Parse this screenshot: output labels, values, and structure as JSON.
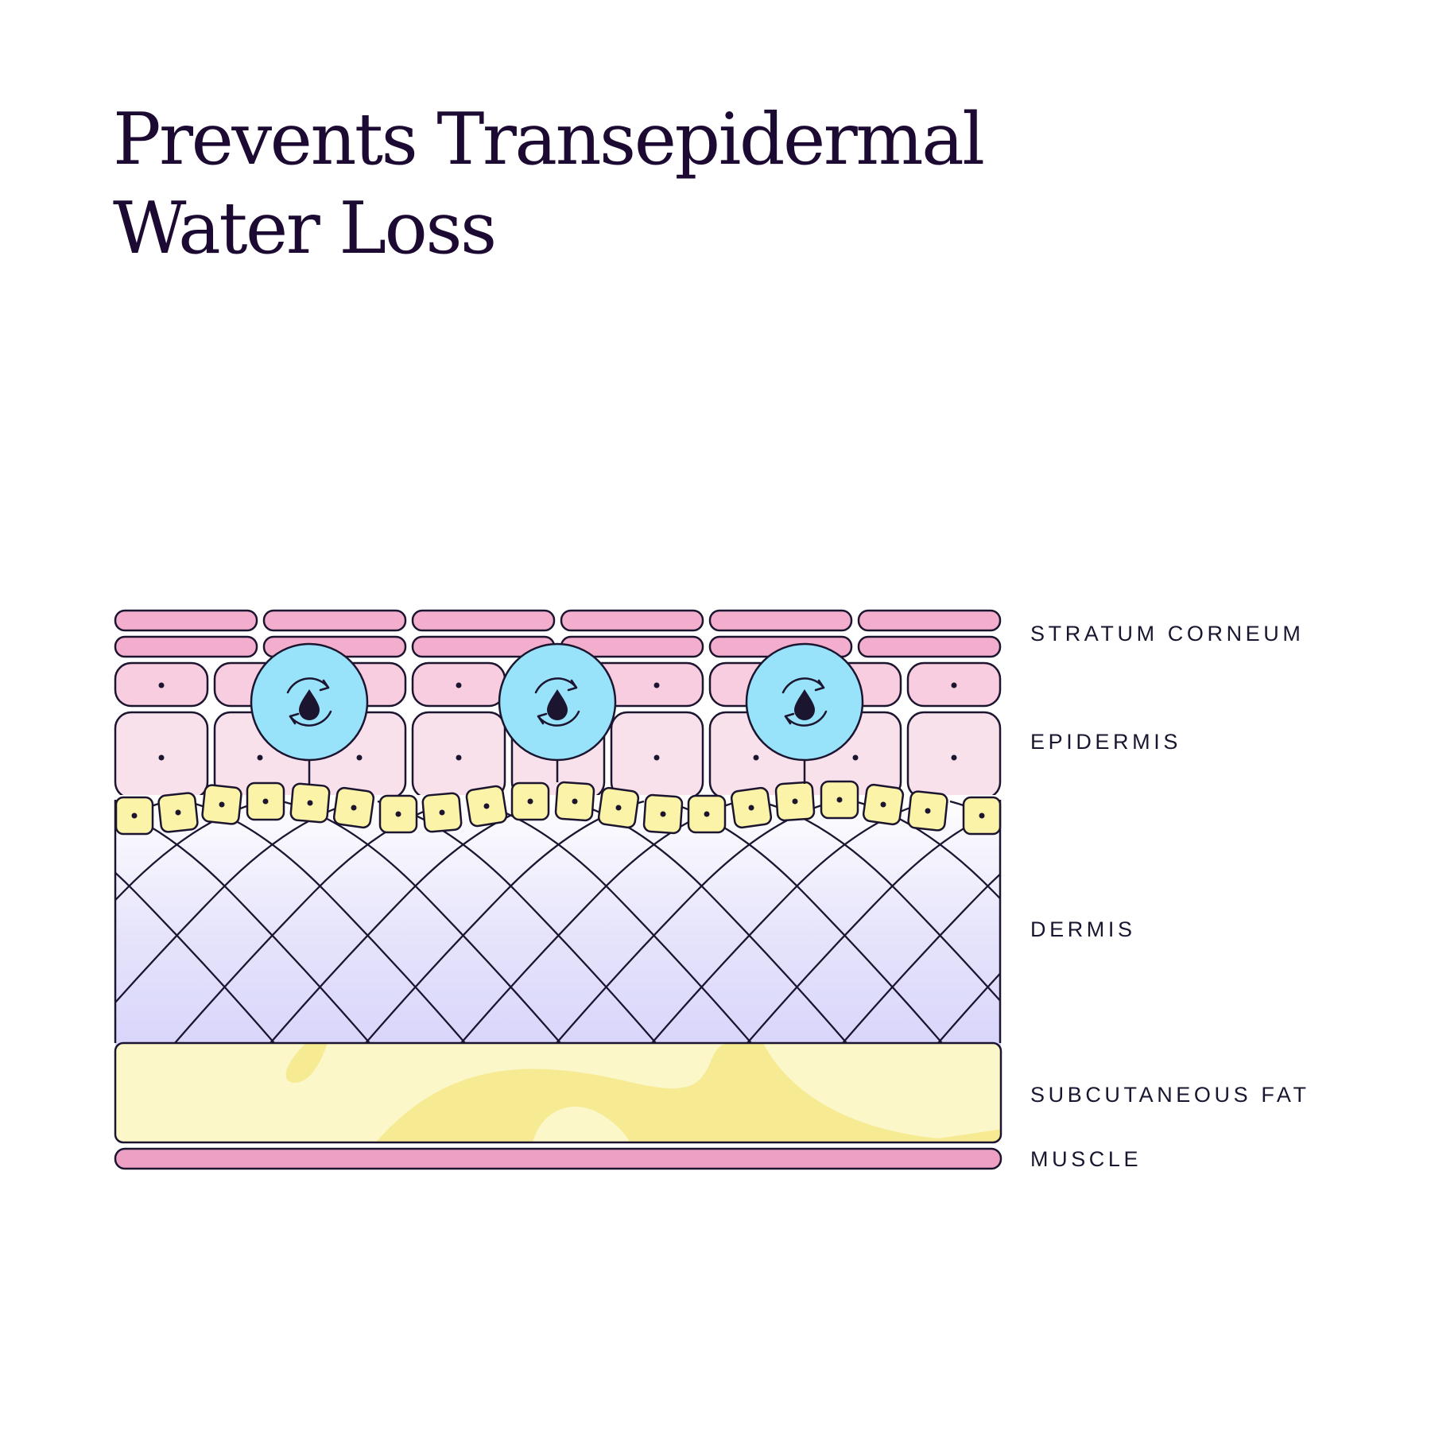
{
  "title": {
    "line1": "Prevents Transepidermal",
    "line2": "Water Loss"
  },
  "layers": {
    "stratum_corneum": "STRATUM CORNEUM",
    "epidermis": "EPIDERMIS",
    "dermis": "DERMIS",
    "subcutaneous_fat": "SUBCUTANEOUS FAT",
    "muscle": "MUSCLE"
  },
  "icons": {
    "water_retention": "water-drop-cycle-icon",
    "count": 3
  },
  "colors": {
    "ink": "#1c1530",
    "title": "#1c0a33",
    "stratum_corneum": "#f3aecd",
    "upper_epidermis": "#f8cde0",
    "lower_epidermis": "#f9e1ec",
    "basal_cells": "#fbf3a8",
    "dermis_top": "#ffffff",
    "dermis_bottom": "#d8d5fb",
    "fat_light": "#fbf7c8",
    "fat_dark": "#f6ea92",
    "muscle": "#eea0c4",
    "water_circle": "#98e2fa"
  }
}
